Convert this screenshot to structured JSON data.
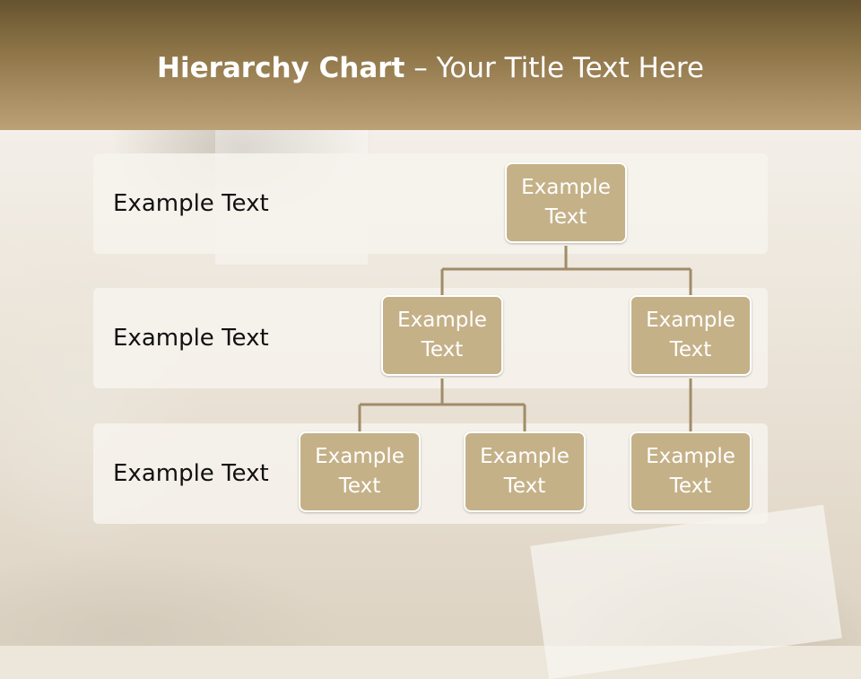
{
  "title": {
    "bold": "Hierarchy Chart",
    "dash": " – ",
    "rest": "Your Title Text Here"
  },
  "levels": [
    {
      "label": "Example Text"
    },
    {
      "label": "Example Text"
    },
    {
      "label": "Example Text"
    }
  ],
  "nodes": {
    "root": "Example Text",
    "level2_left": "Example Text",
    "level2_right": "Example Text",
    "level3_left_a": "Example Text",
    "level3_left_b": "Example Text",
    "level3_right": "Example Text"
  },
  "colors": {
    "header_top": "#65532f",
    "header_bottom": "#bca176",
    "node_fill": "#c5b188",
    "connector": "#a08c68",
    "band_fill": "#f6f3ed"
  }
}
